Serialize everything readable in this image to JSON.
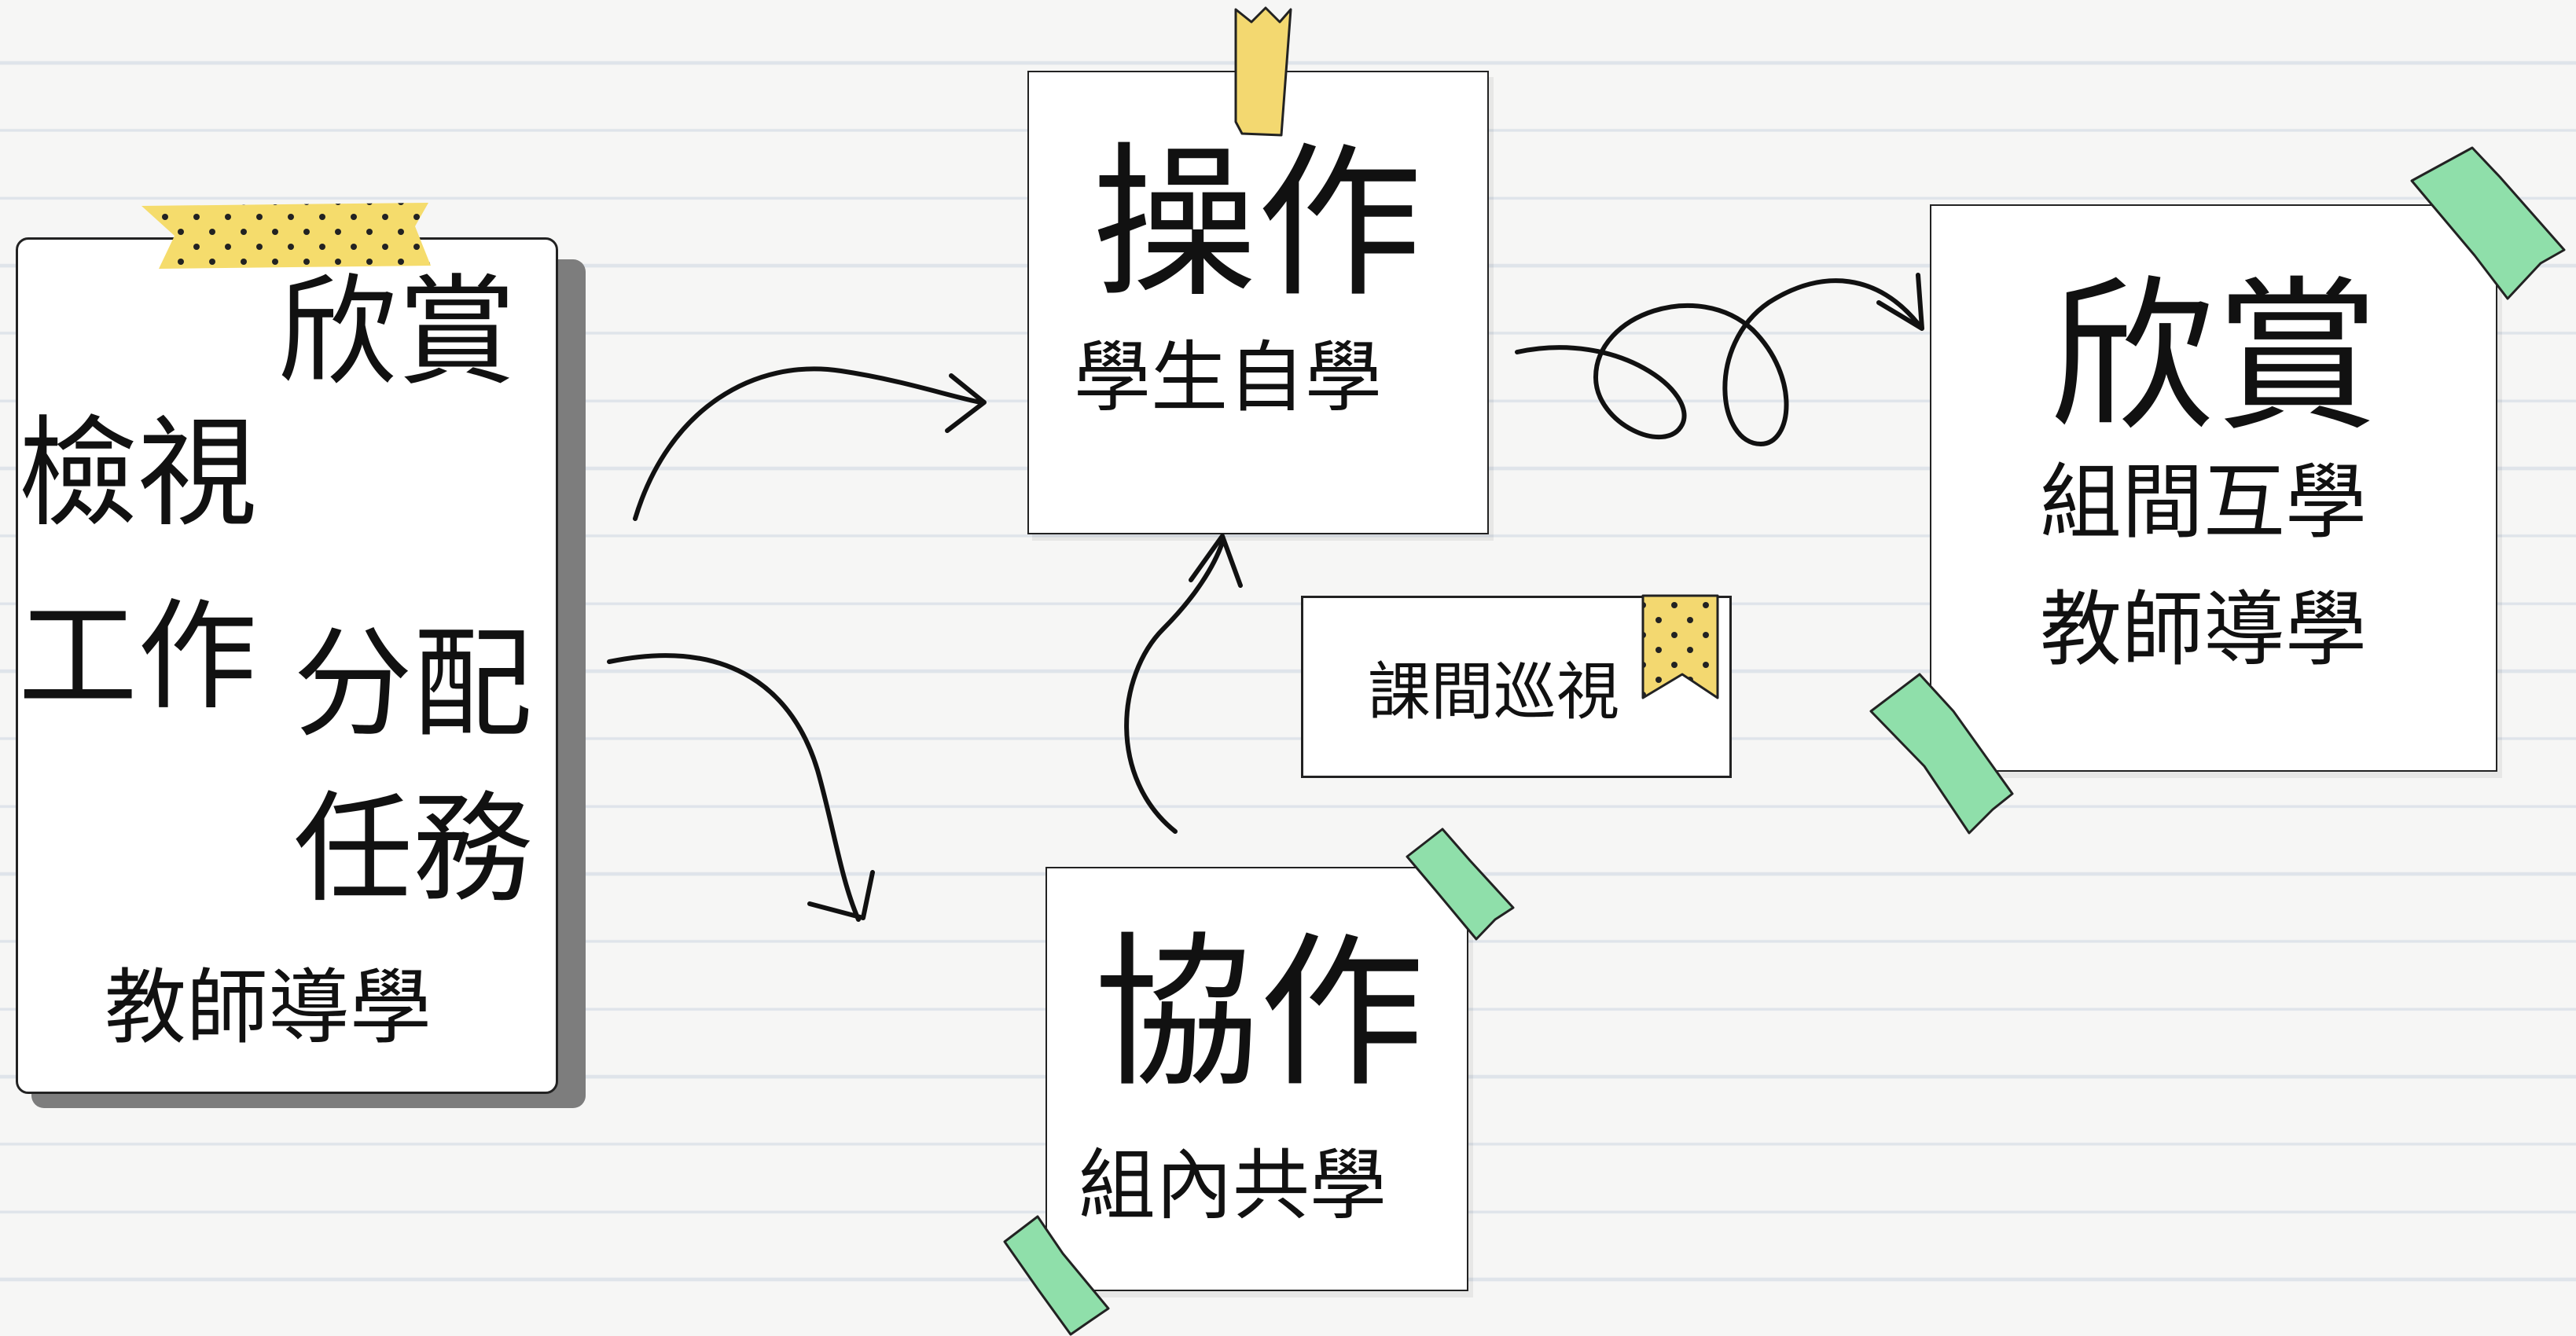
{
  "left_card": {
    "line1": "欣賞",
    "line2": "檢視",
    "line3": "工作",
    "line4": "分配",
    "line5": "任務",
    "line6": "教師導學"
  },
  "top_card": {
    "title": "操作",
    "subtitle": "學生自學"
  },
  "right_card": {
    "title": "欣賞",
    "line1": "組間互學",
    "line2": "教師導學"
  },
  "bottom_card": {
    "title": "協作",
    "subtitle": "組內共學"
  },
  "middle_label": {
    "text": "課間巡視"
  },
  "colors": {
    "tape_yellow": "#f5dc6c",
    "tape_green": "#8fdfaa",
    "ink": "#111111",
    "line": "#dfe4ea"
  }
}
